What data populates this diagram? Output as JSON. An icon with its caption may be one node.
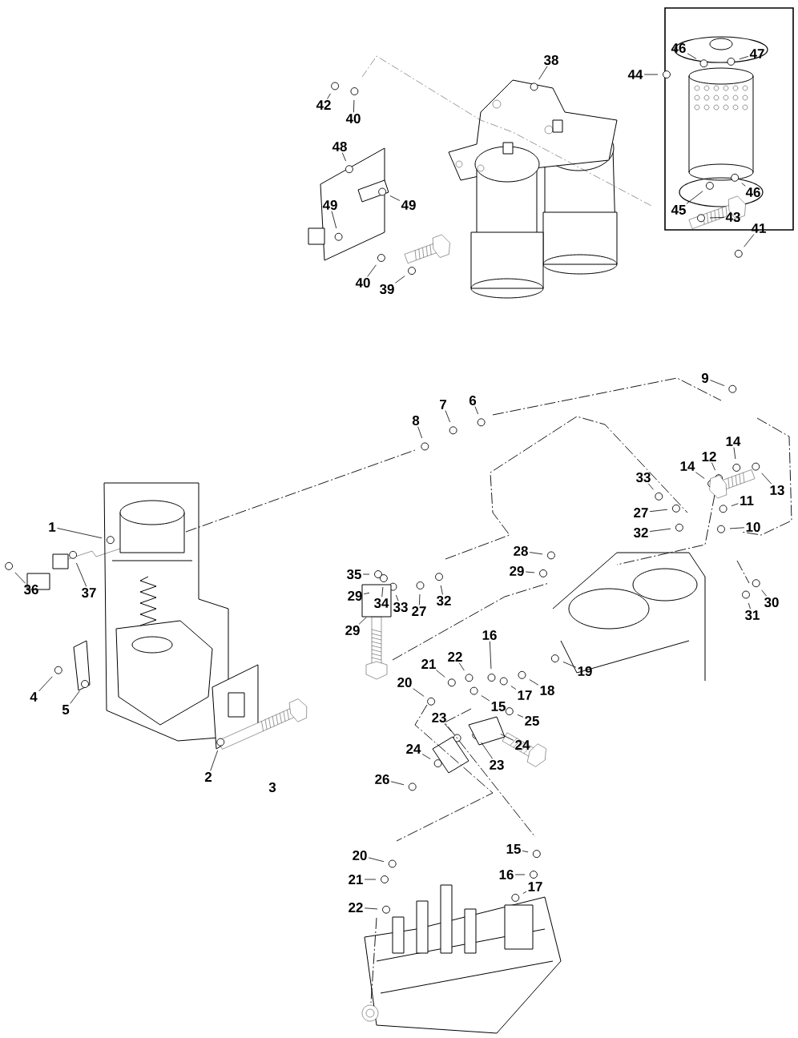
{
  "diagram": {
    "nodes": [
      {
        "text": [
          "46"
        ]
      },
      {
        "text": [
          "47"
        ]
      },
      {
        "text": [
          "38"
        ]
      },
      {
        "text": [
          "44"
        ]
      },
      {
        "text": [
          "42"
        ]
      },
      {
        "text": [
          "40"
        ]
      },
      {
        "text": [
          "48"
        ]
      },
      {
        "text": [
          "46"
        ]
      },
      {
        "text": [
          "49"
        ]
      },
      {
        "text": [
          "49"
        ]
      },
      {
        "text": [
          "45"
        ]
      },
      {
        "text": [
          "43"
        ]
      },
      {
        "text": [
          "41"
        ]
      },
      {
        "text": [
          "40"
        ]
      },
      {
        "text": [
          "39"
        ]
      },
      {
        "text": [
          "9"
        ]
      },
      {
        "text": [
          "6"
        ]
      },
      {
        "text": [
          "7"
        ]
      },
      {
        "text": [
          "8"
        ]
      },
      {
        "text": [
          "14"
        ]
      },
      {
        "text": [
          "12"
        ]
      },
      {
        "text": [
          "14"
        ]
      },
      {
        "text": [
          "33"
        ]
      },
      {
        "text": [
          "13"
        ]
      },
      {
        "text": [
          "11"
        ]
      },
      {
        "text": [
          "27"
        ]
      },
      {
        "text": [
          "10"
        ]
      },
      {
        "text": [
          "1"
        ]
      },
      {
        "text": [
          "32"
        ]
      },
      {
        "text": [
          "28"
        ]
      },
      {
        "text": [
          "29"
        ]
      },
      {
        "text": [
          "35"
        ]
      },
      {
        "text": [
          "36"
        ]
      },
      {
        "text": [
          "37"
        ]
      },
      {
        "text": [
          "29"
        ]
      },
      {
        "text": [
          "32"
        ]
      },
      {
        "text": [
          "30"
        ]
      },
      {
        "text": [
          "34"
        ]
      },
      {
        "text": [
          "33"
        ]
      },
      {
        "text": [
          "27"
        ]
      },
      {
        "text": [
          "31"
        ]
      },
      {
        "text": [
          "29"
        ]
      },
      {
        "text": [
          "16"
        ]
      },
      {
        "text": [
          "22"
        ]
      },
      {
        "text": [
          "21"
        ]
      },
      {
        "text": [
          "19"
        ]
      },
      {
        "text": [
          "20"
        ]
      },
      {
        "text": [
          "18"
        ]
      },
      {
        "text": [
          "17"
        ]
      },
      {
        "text": [
          "4"
        ]
      },
      {
        "text": [
          "15"
        ]
      },
      {
        "text": [
          "5"
        ]
      },
      {
        "text": [
          "23"
        ]
      },
      {
        "text": [
          "25"
        ]
      },
      {
        "text": [
          "24"
        ]
      },
      {
        "text": [
          "24"
        ]
      },
      {
        "text": [
          "23"
        ]
      },
      {
        "text": [
          "2"
        ]
      },
      {
        "text": [
          "26"
        ]
      },
      {
        "text": [
          "3"
        ]
      },
      {
        "text": [
          "15"
        ]
      },
      {
        "text": [
          "20"
        ]
      },
      {
        "text": [
          "16"
        ]
      },
      {
        "text": [
          "21"
        ]
      },
      {
        "text": [
          "17"
        ]
      },
      {
        "text": [
          "22"
        ]
      }
    ],
    "edges": [
      {
        "from": 0,
        "to": null,
        "arrow": "none"
      },
      {
        "from": 1,
        "to": null,
        "arrow": "none"
      },
      {
        "from": 2,
        "to": null,
        "arrow": "none"
      },
      {
        "from": 3,
        "to": null,
        "arrow": "none"
      },
      {
        "from": 4,
        "to": null,
        "arrow": "none"
      },
      {
        "from": 5,
        "to": null,
        "arrow": "none"
      },
      {
        "from": 6,
        "to": null,
        "arrow": "none"
      },
      {
        "from": 7,
        "to": null,
        "arrow": "none"
      },
      {
        "from": 8,
        "to": null,
        "arrow": "none"
      },
      {
        "from": 9,
        "to": null,
        "arrow": "none"
      },
      {
        "from": 10,
        "to": null,
        "arrow": "none"
      },
      {
        "from": 11,
        "to": null,
        "arrow": "none"
      },
      {
        "from": 12,
        "to": null,
        "arrow": "none"
      },
      {
        "from": 13,
        "to": null,
        "arrow": "none"
      },
      {
        "from": 14,
        "to": null,
        "arrow": "none"
      },
      {
        "from": 15,
        "to": null,
        "arrow": "none"
      },
      {
        "from": 16,
        "to": null,
        "arrow": "none"
      },
      {
        "from": 17,
        "to": null,
        "arrow": "none"
      },
      {
        "from": 18,
        "to": null,
        "arrow": "none"
      },
      {
        "from": 19,
        "to": null,
        "arrow": "none"
      },
      {
        "from": 20,
        "to": null,
        "arrow": "none"
      },
      {
        "from": 21,
        "to": null,
        "arrow": "none"
      },
      {
        "from": 22,
        "to": null,
        "arrow": "none"
      },
      {
        "from": 23,
        "to": null,
        "arrow": "none"
      },
      {
        "from": 24,
        "to": null,
        "arrow": "none"
      },
      {
        "from": 25,
        "to": null,
        "arrow": "none"
      },
      {
        "from": 26,
        "to": null,
        "arrow": "none"
      },
      {
        "from": 27,
        "to": null,
        "arrow": "none"
      },
      {
        "from": 28,
        "to": null,
        "arrow": "none"
      },
      {
        "from": 29,
        "to": null,
        "arrow": "none"
      },
      {
        "from": 30,
        "to": null,
        "arrow": "none"
      },
      {
        "from": 31,
        "to": null,
        "arrow": "none"
      },
      {
        "from": 32,
        "to": null,
        "arrow": "none"
      },
      {
        "from": 33,
        "to": null,
        "arrow": "none"
      },
      {
        "from": 34,
        "to": null,
        "arrow": "none"
      },
      {
        "from": 35,
        "to": null,
        "arrow": "none"
      },
      {
        "from": 36,
        "to": null,
        "arrow": "none"
      },
      {
        "from": 37,
        "to": null,
        "arrow": "none"
      },
      {
        "from": 38,
        "to": null,
        "arrow": "none"
      },
      {
        "from": 39,
        "to": null,
        "arrow": "none"
      },
      {
        "from": 40,
        "to": null,
        "arrow": "none"
      },
      {
        "from": 41,
        "to": null,
        "arrow": "none"
      },
      {
        "from": 42,
        "to": null,
        "arrow": "none"
      },
      {
        "from": 43,
        "to": null,
        "arrow": "none"
      },
      {
        "from": 44,
        "to": null,
        "arrow": "none"
      },
      {
        "from": 45,
        "to": null,
        "arrow": "none"
      },
      {
        "from": 46,
        "to": null,
        "arrow": "none"
      },
      {
        "from": 47,
        "to": null,
        "arrow": "none"
      },
      {
        "from": 48,
        "to": null,
        "arrow": "none"
      },
      {
        "from": 49,
        "to": null,
        "arrow": "none"
      },
      {
        "from": 50,
        "to": null,
        "arrow": "none"
      },
      {
        "from": 51,
        "to": null,
        "arrow": "none"
      },
      {
        "from": 52,
        "to": null,
        "arrow": "none"
      },
      {
        "from": 53,
        "to": null,
        "arrow": "none"
      },
      {
        "from": 54,
        "to": null,
        "arrow": "none"
      },
      {
        "from": 55,
        "to": null,
        "arrow": "none"
      },
      {
        "from": 56,
        "to": null,
        "arrow": "none"
      },
      {
        "from": 57,
        "to": null,
        "arrow": "none"
      },
      {
        "from": 58,
        "to": null,
        "arrow": "none"
      },
      {
        "from": 60,
        "to": null,
        "arrow": "none"
      },
      {
        "from": 61,
        "to": null,
        "arrow": "none"
      },
      {
        "from": 62,
        "to": null,
        "arrow": "none"
      },
      {
        "from": 63,
        "to": null,
        "arrow": "none"
      },
      {
        "from": 64,
        "to": null,
        "arrow": "none"
      },
      {
        "from": 65,
        "to": null,
        "arrow": "none"
      }
    ]
  }
}
